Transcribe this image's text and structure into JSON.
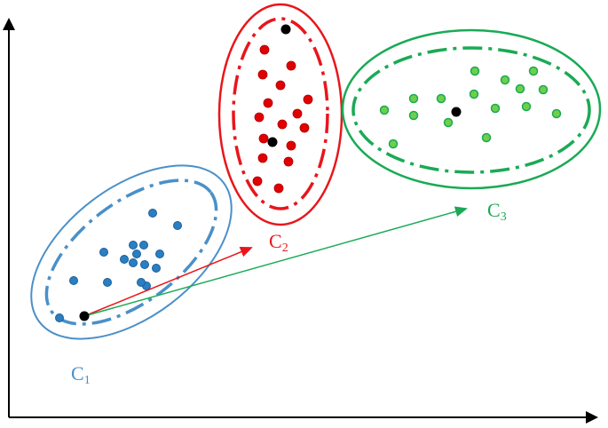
{
  "colors": {
    "axis": "#000000",
    "c1": "#4a90c8",
    "c1_point": "#2a7fc2",
    "c2": "#e8161b",
    "c2_point": "#e00000",
    "c3": "#1aaa55",
    "c3_point": "#6fcf4a",
    "c3_point_stroke": "#1aaa55",
    "centroid": "#000000"
  },
  "clusters": [
    {
      "id": "c1",
      "label_main": "C",
      "label_sub": "1",
      "points": [
        [
          67,
          358
        ],
        [
          172,
          240
        ],
        [
          200,
          254
        ],
        [
          117,
          284
        ],
        [
          150,
          276
        ],
        [
          162,
          276
        ],
        [
          154,
          286
        ],
        [
          140,
          292
        ],
        [
          150,
          296
        ],
        [
          163,
          298
        ],
        [
          180,
          286
        ],
        [
          176,
          302
        ],
        [
          165,
          322
        ],
        [
          121,
          318
        ],
        [
          83,
          316
        ],
        [
          159,
          318
        ]
      ],
      "centroid": [
        95,
        356
      ]
    },
    {
      "id": "c2",
      "label_main": "C",
      "label_sub": "2",
      "points": [
        [
          298,
          56
        ],
        [
          328,
          74
        ],
        [
          296,
          84
        ],
        [
          316,
          96
        ],
        [
          302,
          116
        ],
        [
          347,
          112
        ],
        [
          335,
          128
        ],
        [
          292,
          132
        ],
        [
          318,
          140
        ],
        [
          343,
          144
        ],
        [
          297,
          156
        ],
        [
          328,
          164
        ],
        [
          296,
          178
        ],
        [
          325,
          182
        ],
        [
          290,
          204
        ],
        [
          314,
          212
        ]
      ],
      "centroid": [
        307,
        160
      ],
      "top_point": [
        322,
        33
      ]
    },
    {
      "id": "c3",
      "label_main": "C",
      "label_sub": "3",
      "points": [
        [
          535,
          80
        ],
        [
          569,
          90
        ],
        [
          601,
          80
        ],
        [
          466,
          111
        ],
        [
          497,
          111
        ],
        [
          534,
          106
        ],
        [
          586,
          100
        ],
        [
          612,
          101
        ],
        [
          433,
          124
        ],
        [
          466,
          130
        ],
        [
          505,
          138
        ],
        [
          558,
          122
        ],
        [
          593,
          120
        ],
        [
          627,
          128
        ],
        [
          443,
          162
        ],
        [
          548,
          155
        ]
      ],
      "centroid": [
        514,
        126
      ]
    }
  ],
  "arrows": [
    {
      "id": "arrow-to-c2",
      "color": "#e8161b",
      "from": [
        95,
        356
      ],
      "to": [
        283,
        279
      ]
    },
    {
      "id": "arrow-to-c3",
      "color": "#1aaa55",
      "from": [
        95,
        356
      ],
      "to": [
        525,
        235
      ]
    }
  ]
}
